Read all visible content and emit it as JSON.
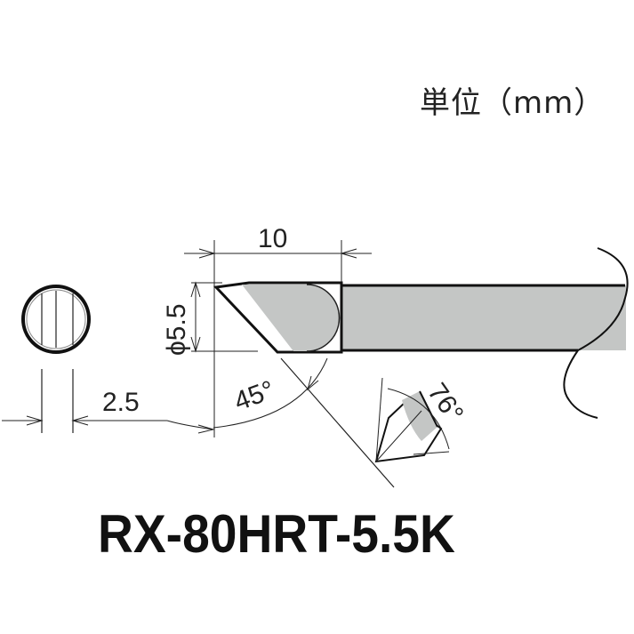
{
  "header": {
    "unit_label": "単位（mm）"
  },
  "drawing": {
    "title": "RX-80HRT-5.5K",
    "dimensions": {
      "length": "10",
      "diameter": "ϕ5.5",
      "tip_width": "2.5",
      "bevel_angle": "45°",
      "face_angle": "76°"
    },
    "colors": {
      "line": "#111111",
      "fill": "#c4c6c5",
      "background": "#ffffff"
    }
  }
}
